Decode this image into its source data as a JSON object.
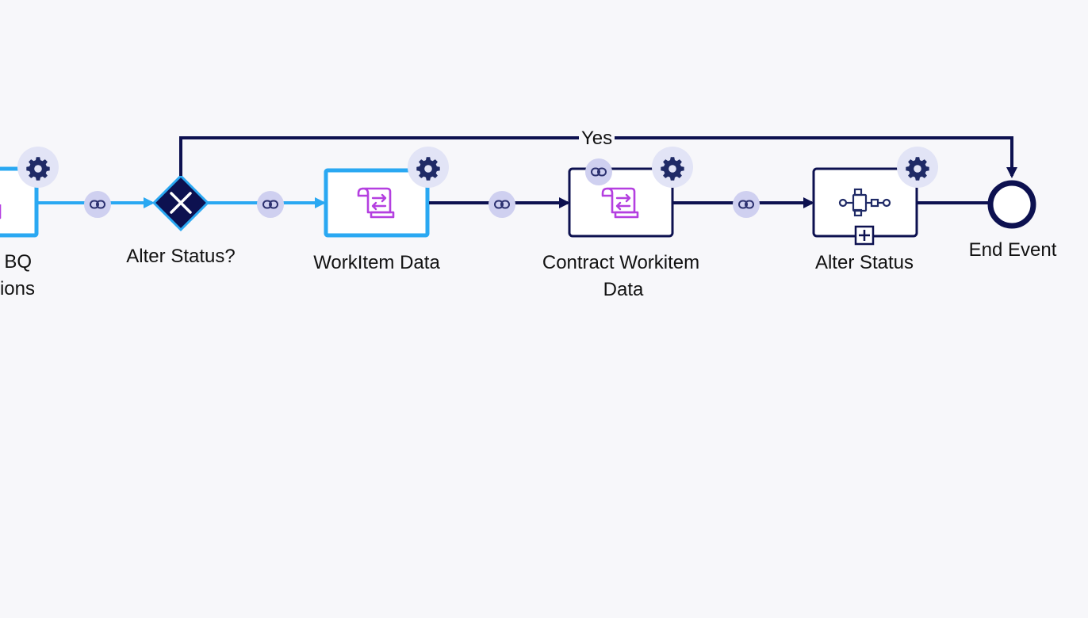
{
  "canvas": {
    "nodes": {
      "previous_task": {
        "label_line1": "BQ",
        "label_line2": "ions"
      },
      "gateway": {
        "label": "Alter Status?"
      },
      "workitem_data": {
        "label": "WorkItem Data"
      },
      "contract_workitem": {
        "label_line1": "Contract Workitem",
        "label_line2": "Data"
      },
      "alter_status": {
        "label": "Alter Status"
      },
      "end_event": {
        "label": "End Event"
      }
    },
    "edges": {
      "yes_flow": {
        "label": "Yes"
      }
    }
  },
  "colors": {
    "selected_accent": "#2aa8f2",
    "primary_dark": "#0d1150",
    "gear_badge_bg": "#e2e4f6",
    "link_badge_bg": "#cfd0f0",
    "script_icon": "#b43fe0",
    "canvas_bg": "#f7f7fa"
  },
  "icons": {
    "settings": "gear-icon",
    "connector_link": "link-icon",
    "script_task": "script-scroll-icon",
    "subprocess": "subprocess-icon",
    "expand": "plus-box-icon",
    "exclusive_gateway": "x-gateway-icon"
  }
}
